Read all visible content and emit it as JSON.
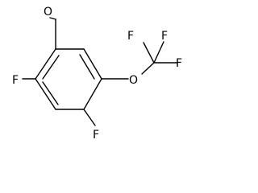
{
  "molecule": {
    "atoms": {
      "aldehyde_o": "O",
      "f_ortho": "F",
      "f_para": "F",
      "o_ether": "O",
      "cf3_f_left": "F",
      "cf3_f_right": "F",
      "cf3_f_bottom": "F"
    },
    "colors": {
      "bond": "#000000",
      "label": "#000000",
      "background": "#ffffff"
    }
  }
}
